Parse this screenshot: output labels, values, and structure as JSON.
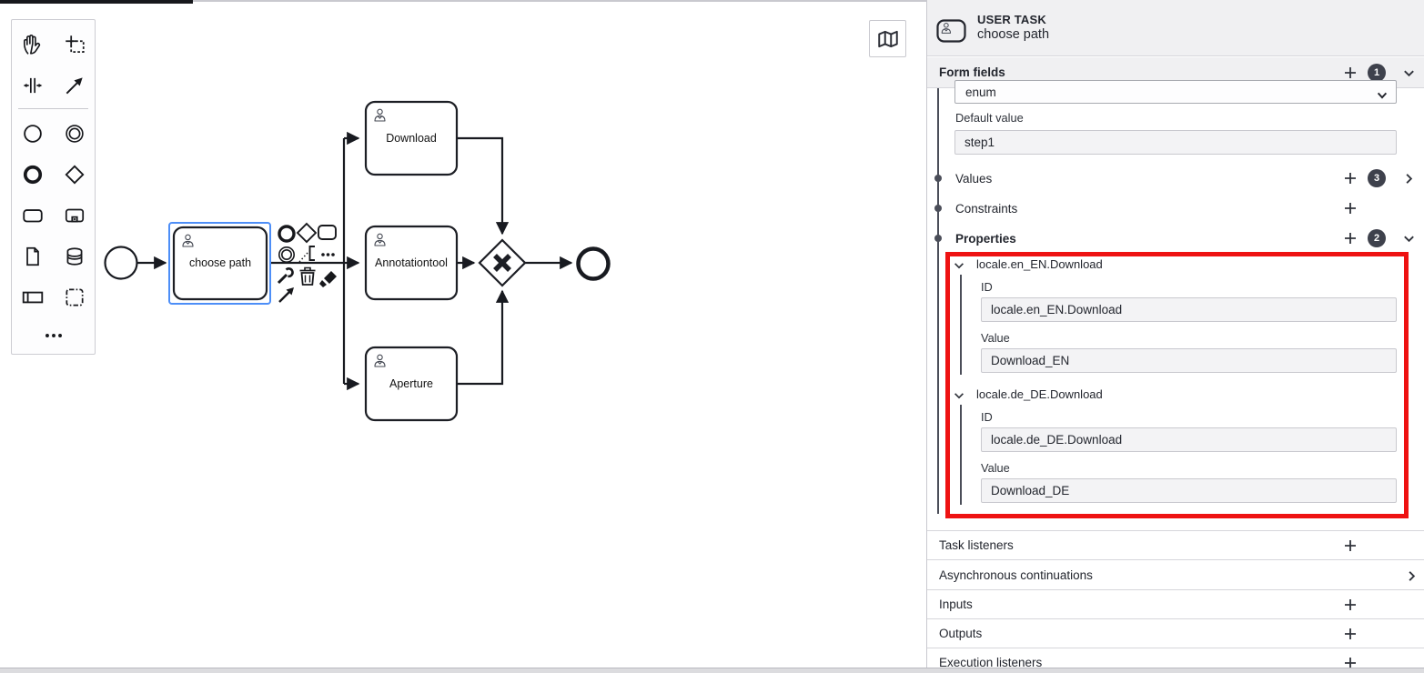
{
  "palette": {
    "items": [
      "hand-tool",
      "lasso-tool",
      "space-tool",
      "global-connect-tool",
      "create-start-event",
      "create-intermediate-event",
      "create-end-event",
      "create-gateway",
      "create-task",
      "create-expanded-subprocess",
      "create-data-object",
      "create-data-store",
      "create-participant",
      "create-group",
      "more-tools"
    ]
  },
  "canvas": {
    "minimap_button": "map-icon",
    "diagram": {
      "start_event": "start-event",
      "end_event": "end-event",
      "gateway": "exclusive-gateway",
      "tasks": {
        "selected": "choose path",
        "top": "Download",
        "middle": "Annotationtool",
        "bottom": "Aperture"
      },
      "context_pad_items": [
        "append-end-event",
        "append-gateway",
        "append-task",
        "append-intermediate-event",
        "append-text-annotation",
        "more-options",
        "change-type-wrench",
        "delete-trash",
        "connect-tool",
        "global-connect-arrow"
      ]
    }
  },
  "panel": {
    "header": {
      "type": "USER TASK",
      "name": "choose path"
    },
    "form_fields": {
      "title": "Form fields",
      "badge": "1",
      "type_value": "enum",
      "default_value_label": "Default value",
      "default_value": "step1",
      "values_label": "Values",
      "values_badge": "3",
      "constraints_label": "Constraints",
      "properties_label": "Properties",
      "properties_badge": "2",
      "property_entries": [
        {
          "name": "locale.en_EN.Download",
          "id_label": "ID",
          "id_value": "locale.en_EN.Download",
          "value_label": "Value",
          "value": "Download_EN"
        },
        {
          "name": "locale.de_DE.Download",
          "id_label": "ID",
          "id_value": "locale.de_DE.Download",
          "value_label": "Value",
          "value": "Download_DE"
        }
      ]
    },
    "groups": [
      {
        "label": "Task listeners",
        "action": "add"
      },
      {
        "label": "Asynchronous continuations",
        "action": "open"
      },
      {
        "label": "Inputs",
        "action": "add"
      },
      {
        "label": "Outputs",
        "action": "add"
      },
      {
        "label": "Execution listeners",
        "action": "add"
      }
    ],
    "colors": {
      "highlight_red": "#ee1212",
      "selection_blue": "#4d8ef7",
      "badge_bg": "#3e414c"
    }
  }
}
